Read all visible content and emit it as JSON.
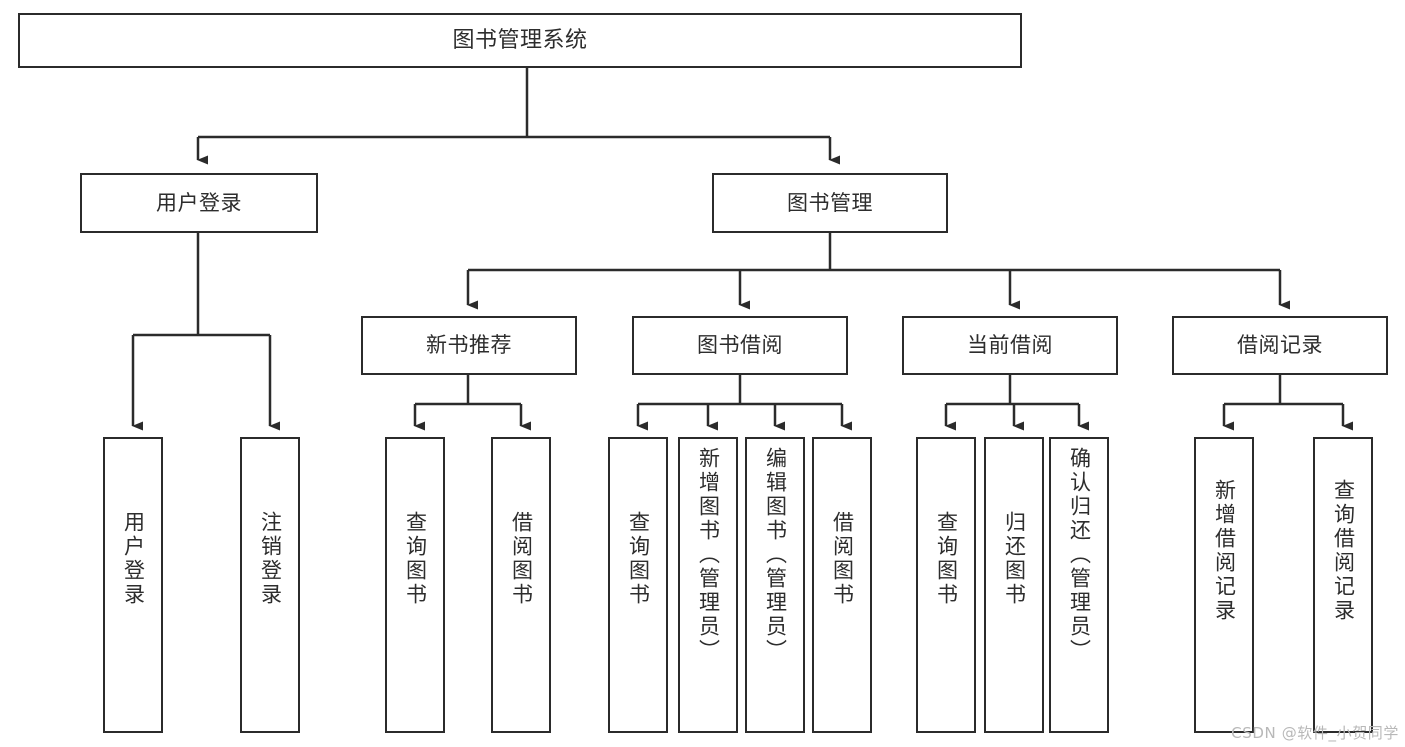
{
  "diagram": {
    "type": "tree",
    "title": "图书管理系统",
    "colors": {
      "box_border": "#2b2b2b",
      "box_fill": "#ffffff",
      "connector": "#2b2b2b",
      "text": "#2d2d2d",
      "watermark": "#b8b8b8",
      "background": "#ffffff"
    },
    "root": {
      "label": "图书管理系统"
    },
    "level1": [
      {
        "label": "用户登录"
      },
      {
        "label": "图书管理"
      }
    ],
    "level2": [
      {
        "label": "新书推荐"
      },
      {
        "label": "图书借阅"
      },
      {
        "label": "当前借阅"
      },
      {
        "label": "借阅记录"
      }
    ],
    "leaves": {
      "user_login": [
        {
          "label": "用户登录"
        },
        {
          "label": "注销登录"
        }
      ],
      "new_book_recommend": [
        {
          "label": "查询图书"
        },
        {
          "label": "借阅图书"
        }
      ],
      "book_borrow": [
        {
          "label": "查询图书"
        },
        {
          "label": "新增图书（管理员）"
        },
        {
          "label": "编辑图书（管理员）"
        },
        {
          "label": "借阅图书"
        }
      ],
      "current_borrow": [
        {
          "label": "查询图书"
        },
        {
          "label": "归还图书"
        },
        {
          "label": "确认归还（管理员）"
        }
      ],
      "borrow_record": [
        {
          "label": "新增借阅记录"
        },
        {
          "label": "查询借阅记录"
        }
      ]
    }
  },
  "watermark": {
    "text": "CSDN @软件_小贺同学"
  }
}
